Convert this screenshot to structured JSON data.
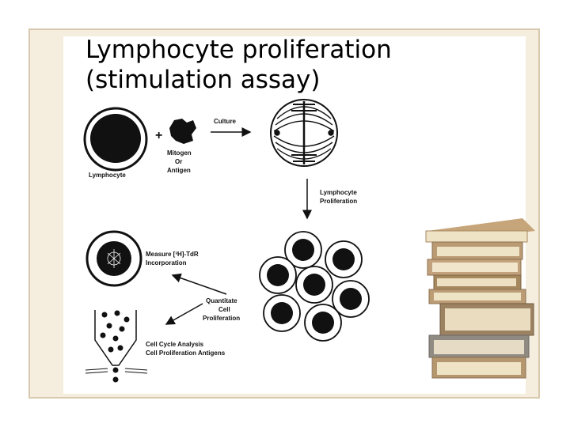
{
  "slide": {
    "title_line1": "Lymphocyte proliferation",
    "title_line2": "(stimulation assay)"
  },
  "diagram": {
    "lymphocyte": "Lymphocyte",
    "plus": "+",
    "mitogen_1": "Mitogen",
    "mitogen_2": "Or",
    "mitogen_3": "Antigen",
    "culture": "Culture",
    "prolif_1": "Lymphocyte",
    "prolif_2": "Proliferation",
    "measure_1": "Measure [³H]-TdR",
    "measure_2": "Incorporation",
    "quant_1": "Quantitate",
    "quant_2": "Cell",
    "quant_3": "Proliferation",
    "cycle_1": "Cell Cycle Analysis",
    "cycle_2": "Cell Proliferation Antigens"
  },
  "colors": {
    "frame_border": "#d8c9ae",
    "frame_fill": "#f5eddd",
    "book_cover": "#b99a73",
    "book_pages": "#efe3c6"
  },
  "decoration": "books-stack"
}
